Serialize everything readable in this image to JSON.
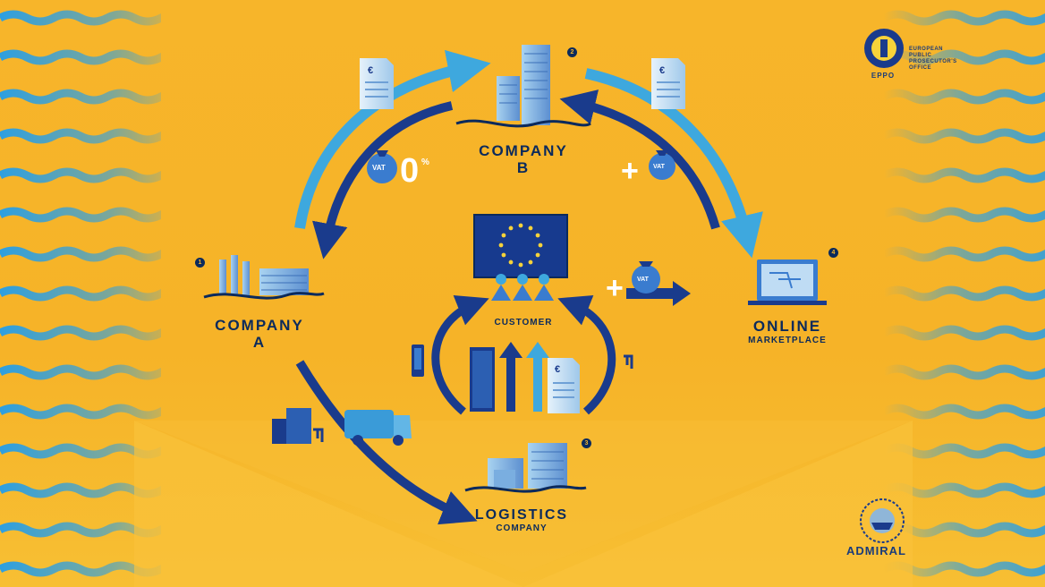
{
  "labels": {
    "company_b": {
      "line1": "COMPANY",
      "line2": "B"
    },
    "company_a": {
      "line1": "COMPANY",
      "line2": "A"
    },
    "online_marketplace": {
      "line1": "ONLINE",
      "line2": "MARKETPLACE"
    },
    "logistics_company": {
      "line1": "LOGISTICS",
      "line2": "COMPANY"
    },
    "customer": "CUSTOMER"
  },
  "step_numbers": {
    "company_a": "1",
    "company_b": "2",
    "logistics": "3",
    "online_marketplace": "4"
  },
  "vat": {
    "tag": "VAT",
    "zero_rate": "0",
    "zero_rate_unit": "%",
    "plus": "+"
  },
  "document_symbol": "€",
  "logo_eppo": {
    "abbr": "EPPO",
    "text_line1": "EUROPEAN",
    "text_line2": "PUBLIC",
    "text_line3": "PROSECUTOR'S",
    "text_line4": "OFFICE"
  },
  "logo_admiral": {
    "text": "ADMIRAL"
  },
  "colors": {
    "background": "#f7b52a",
    "dark_blue": "#1a3b8c",
    "navy": "#0b2a5c",
    "light_blue": "#3ea8de",
    "white": "#ffffff"
  }
}
